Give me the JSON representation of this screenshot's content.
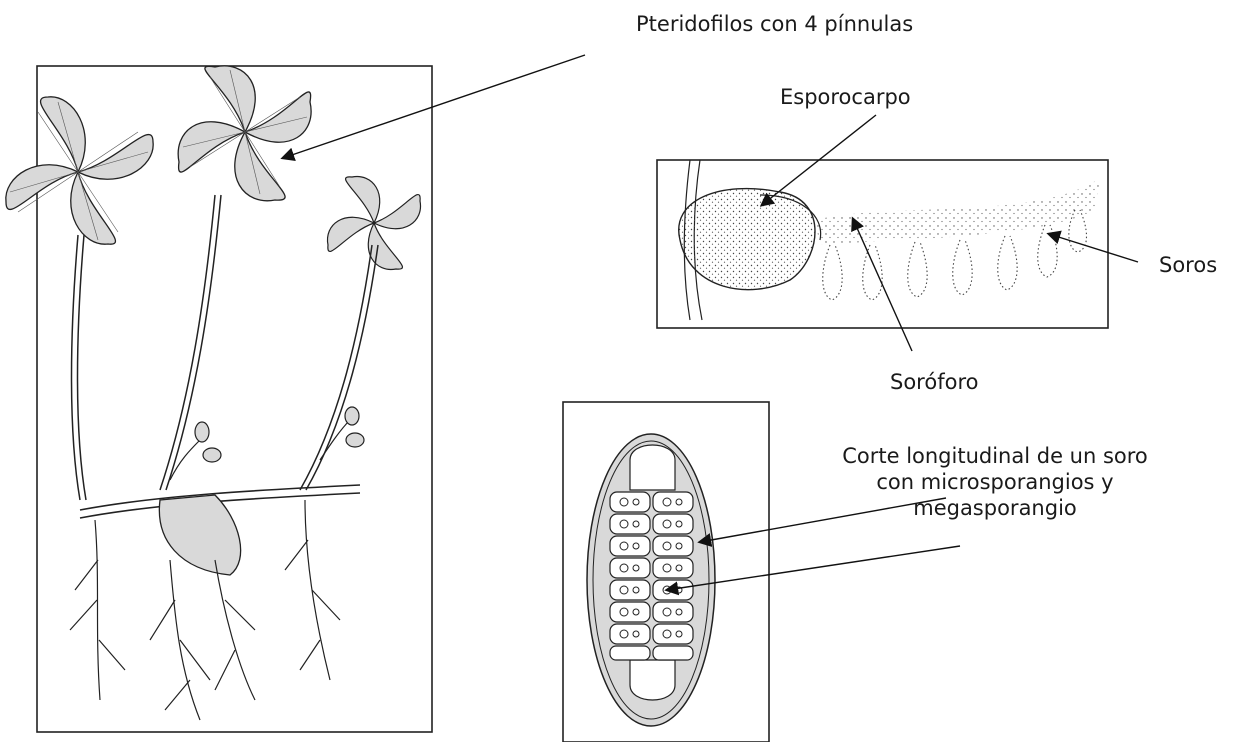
{
  "labels": {
    "pteridofilos": "Pteridofilos con 4 pínnulas",
    "esporocarpo": "Esporocarpo",
    "soros": "Soros",
    "soroforo": "Soróforo",
    "corte_lines": [
      "Corte longitudinal de un soro",
      "con microsporangios y",
      "megasporangio"
    ]
  },
  "colors": {
    "ink": "#1a1a1a",
    "leaf_fill": "#d9d9d9",
    "background": "#ffffff"
  }
}
